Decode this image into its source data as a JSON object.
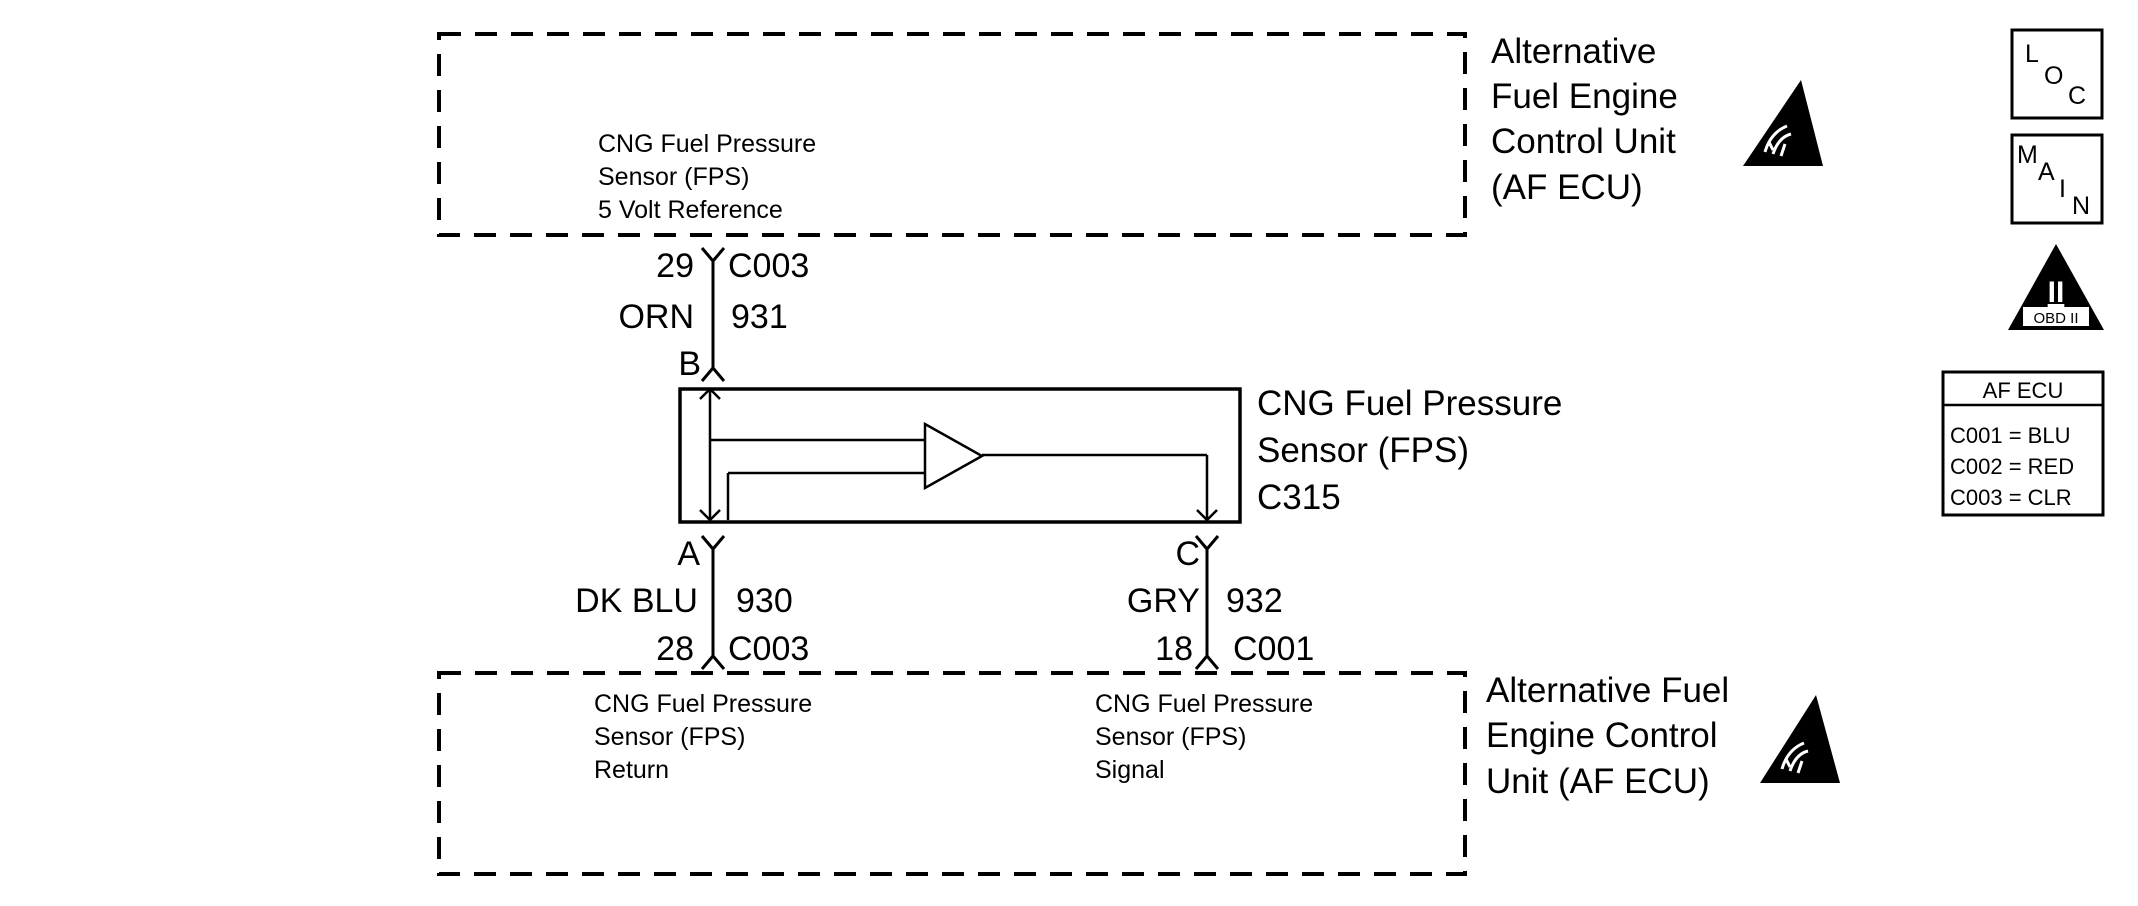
{
  "colors": {
    "ink": "#000000",
    "background": "#ffffff"
  },
  "ecu_top": {
    "name_lines": [
      "Alternative",
      "Fuel Engine",
      "Control Unit",
      "(AF ECU)"
    ],
    "circuit_lines": [
      "CNG Fuel Pressure",
      "Sensor (FPS)",
      "5 Volt Reference"
    ],
    "icon": "esd-hand-warning-icon"
  },
  "ecu_bottom": {
    "name_lines": [
      "Alternative Fuel",
      "Engine Control",
      "Unit (AF ECU)"
    ],
    "icon": "esd-hand-warning-icon",
    "circuit_return_lines": [
      "CNG Fuel Pressure",
      "Sensor (FPS)",
      "Return"
    ],
    "circuit_signal_lines": [
      "CNG Fuel Pressure",
      "Sensor (FPS)",
      "Signal"
    ]
  },
  "sensor": {
    "name_lines": [
      "CNG Fuel Pressure",
      "Sensor (FPS)",
      "C315"
    ],
    "icon": "amplifier-triangle-icon"
  },
  "wires": {
    "ref": {
      "ecu_pin": "29",
      "ecu_connector": "C003",
      "color": "ORN",
      "circuit": "931",
      "sensor_pin": "B"
    },
    "return": {
      "ecu_pin": "28",
      "ecu_connector": "C003",
      "color": "DK BLU",
      "circuit": "930",
      "sensor_pin": "A"
    },
    "signal": {
      "ecu_pin": "18",
      "ecu_connector": "C001",
      "color": "GRY",
      "circuit": "932",
      "sensor_pin": "C"
    }
  },
  "legend": {
    "loc_letters": [
      "L",
      "O",
      "C"
    ],
    "main_letters": [
      "M",
      "A",
      "I",
      "N"
    ],
    "obd": {
      "roman": "II",
      "label": "OBD II"
    },
    "connector_key": {
      "title": "AF ECU",
      "rows": [
        "C001 = BLU",
        "C002 = RED",
        "C003 = CLR"
      ]
    }
  }
}
